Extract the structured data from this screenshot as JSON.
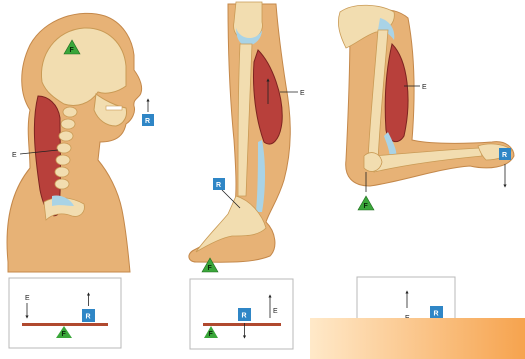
{
  "labels": {
    "effort": "E",
    "resistance": "R",
    "fulcrum": "F"
  },
  "colors": {
    "skin": "#e7b276",
    "skin_shade": "#d89a55",
    "bone": "#f2ddb0",
    "bone_line": "#c99a55",
    "muscle": "#b8403b",
    "muscle_line": "#7d2320",
    "tendon": "#a9d3e6",
    "resistance_box": "#2f86c6",
    "fulcrum_triangle": "#3aa63a",
    "lever_bar": "#b0492f",
    "overlay_start": "#ffe9c9",
    "overlay_end": "#f6a34e"
  }
}
